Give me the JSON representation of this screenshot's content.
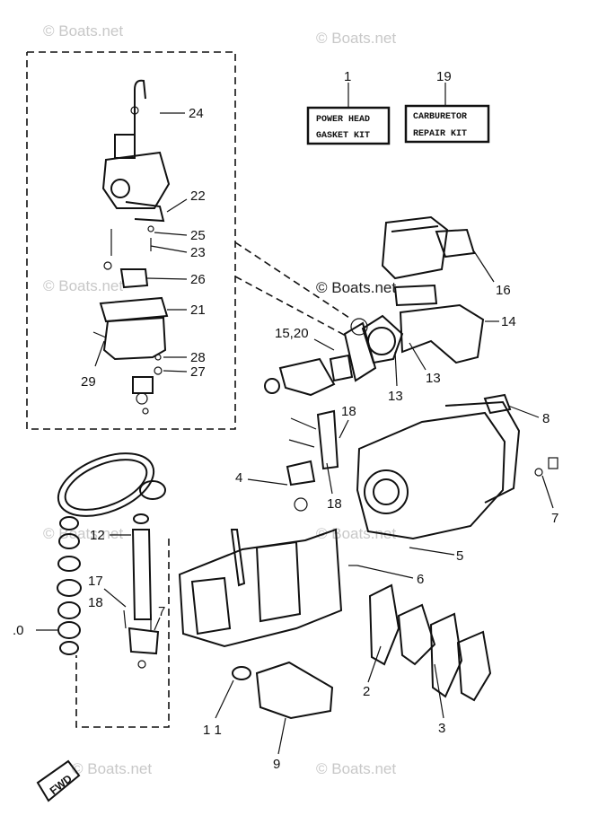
{
  "watermark": "© Boats.net",
  "kits": [
    {
      "number": "1",
      "line1": "POWER HEAD",
      "line2": "GASKET KIT"
    },
    {
      "number": "19",
      "line1": "CARBURETOR",
      "line2": "REPAIR KIT"
    }
  ],
  "callouts": {
    "c24": "24",
    "c22": "22",
    "c25": "25",
    "c23": "23",
    "c26": "26",
    "c21": "21",
    "c28": "28",
    "c27": "27",
    "c29": "29",
    "c16": "16",
    "c14": "14",
    "c1520": "15,20",
    "c13a": "13",
    "c13b": "13",
    "c18a": "18",
    "c18b": "18",
    "c8": "8",
    "c4": "4",
    "c7a": "7",
    "c5": "5",
    "c6": "6",
    "c12": "12",
    "c17": "17",
    "c18c": "18",
    "c7b": "7",
    "c10": ".0",
    "c2": "2",
    "c3": "3",
    "c11": "1 1",
    "c9": "9"
  },
  "fwd_label": "FWD"
}
